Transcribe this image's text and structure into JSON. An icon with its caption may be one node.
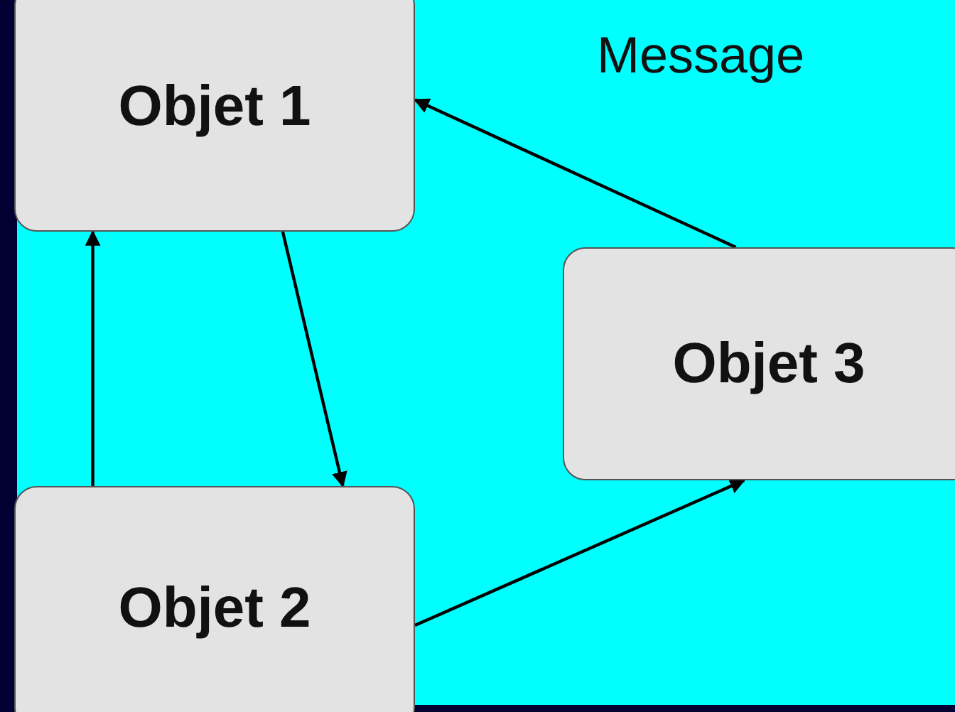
{
  "diagram": {
    "nodes": [
      {
        "text": [
          "Objet 1"
        ]
      },
      {
        "text": [
          "Objet 2"
        ]
      },
      {
        "text": [
          "Objet 3"
        ]
      }
    ],
    "edges": [
      {
        "from": 1,
        "to": 0,
        "arrow": "to"
      },
      {
        "from": 0,
        "to": 1,
        "arrow": "to"
      },
      {
        "from": 1,
        "to": 2,
        "arrow": "to"
      },
      {
        "from": 2,
        "to": 0,
        "arrow": "to"
      }
    ],
    "labels": [
      "Message"
    ]
  }
}
